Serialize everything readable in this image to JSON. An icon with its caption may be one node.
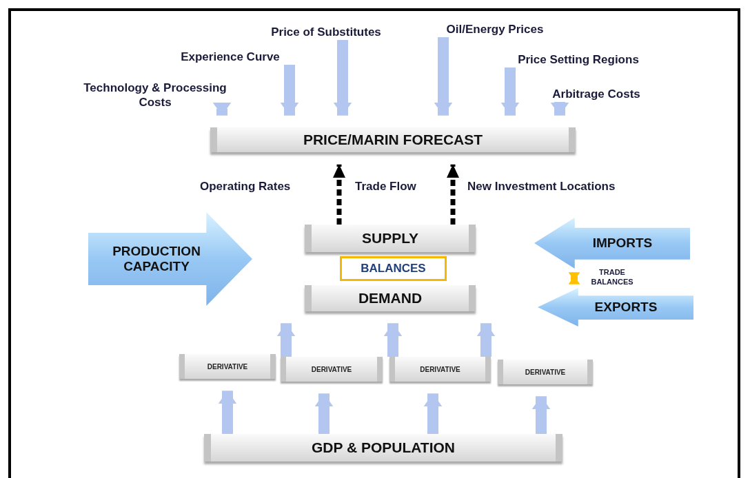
{
  "diagram": {
    "nodes": [
      {
        "text": [
          "Technology & Processing Costs"
        ]
      },
      {
        "text": [
          "Experience Curve"
        ]
      },
      {
        "text": [
          "Price of Substitutes"
        ]
      },
      {
        "text": [
          "Oil/Energy Prices"
        ]
      },
      {
        "text": [
          "Price Setting Regions"
        ]
      },
      {
        "text": [
          "Arbitrage Costs"
        ]
      },
      {
        "text": [
          "PRICE/MARIN FORECAST"
        ]
      },
      {
        "text": [
          "SUPPLY"
        ]
      },
      {
        "text": [
          "BALANCES"
        ]
      },
      {
        "text": [
          "DEMAND"
        ]
      },
      {
        "text": [
          "PRODUCTION CAPACITY"
        ]
      },
      {
        "text": [
          "IMPORTS"
        ]
      },
      {
        "text": [
          "EXPORTS"
        ]
      },
      {
        "text": [
          "DERIVATIVE"
        ]
      },
      {
        "text": [
          "DERIVATIVE"
        ]
      },
      {
        "text": [
          "DERIVATIVE"
        ]
      },
      {
        "text": [
          "DERIVATIVE"
        ]
      },
      {
        "text": [
          "GDP & POPULATION"
        ]
      }
    ],
    "edges": [
      {
        "from": 0,
        "to": 6,
        "arrow": "to"
      },
      {
        "from": 1,
        "to": 6,
        "arrow": "to"
      },
      {
        "from": 2,
        "to": 6,
        "arrow": "to"
      },
      {
        "from": 3,
        "to": 6,
        "arrow": "to"
      },
      {
        "from": 4,
        "to": 6,
        "arrow": "to"
      },
      {
        "from": 5,
        "to": 6,
        "arrow": "to"
      },
      {
        "from": 7,
        "to": 6,
        "arrow": "to",
        "style": "dashed",
        "color": "#000000"
      },
      {
        "from": 7,
        "to": 6,
        "arrow": "to",
        "style": "dashed",
        "color": "#000000"
      },
      {
        "from": 11,
        "to": 12,
        "arrow": "both",
        "label": "TRADE BALANCES",
        "color": "#ffc000"
      },
      {
        "from": 14,
        "to": 9,
        "arrow": "to"
      },
      {
        "from": 15,
        "to": 9,
        "arrow": "to"
      },
      {
        "from": 15,
        "to": 9,
        "arrow": "to"
      },
      {
        "from": 17,
        "to": 13,
        "arrow": "to"
      },
      {
        "from": 17,
        "to": 14,
        "arrow": "to"
      },
      {
        "from": 17,
        "to": 15,
        "arrow": "to"
      },
      {
        "from": 17,
        "to": 16,
        "arrow": "to"
      }
    ],
    "labels": [
      "Operating Rates",
      "Trade Flow",
      "New Investment Locations"
    ]
  }
}
